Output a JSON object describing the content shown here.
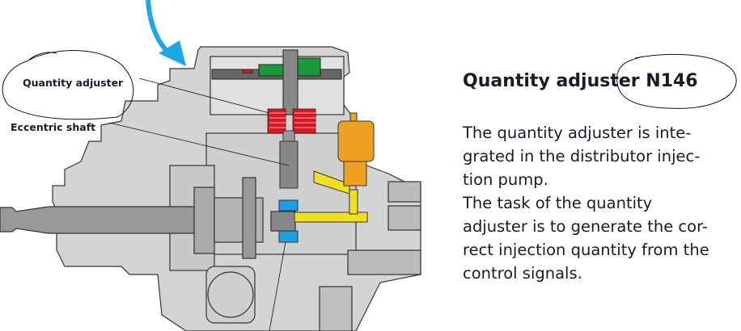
{
  "diagram": {
    "labels": {
      "quantity_adjuster": "Quantity adjuster",
      "eccentric_shaft": "Eccentric shaft"
    },
    "colors": {
      "housing": "#d4d4d4",
      "coil": "#e0141e",
      "valve": "#f0a020",
      "fuel": "#f0e020",
      "eccentric": "#1aa0e0",
      "electronics": "#1a9a3a",
      "arrow": "#1aa8e8"
    }
  },
  "text": {
    "title": "Quantity adjuster N146",
    "lines": [
      "The quantity adjuster is inte-",
      "grated in the distributor injec-",
      "tion pump.",
      "The task of the quantity",
      "adjuster is to generate the cor-",
      "rect injection quantity from the",
      "control signals."
    ]
  }
}
